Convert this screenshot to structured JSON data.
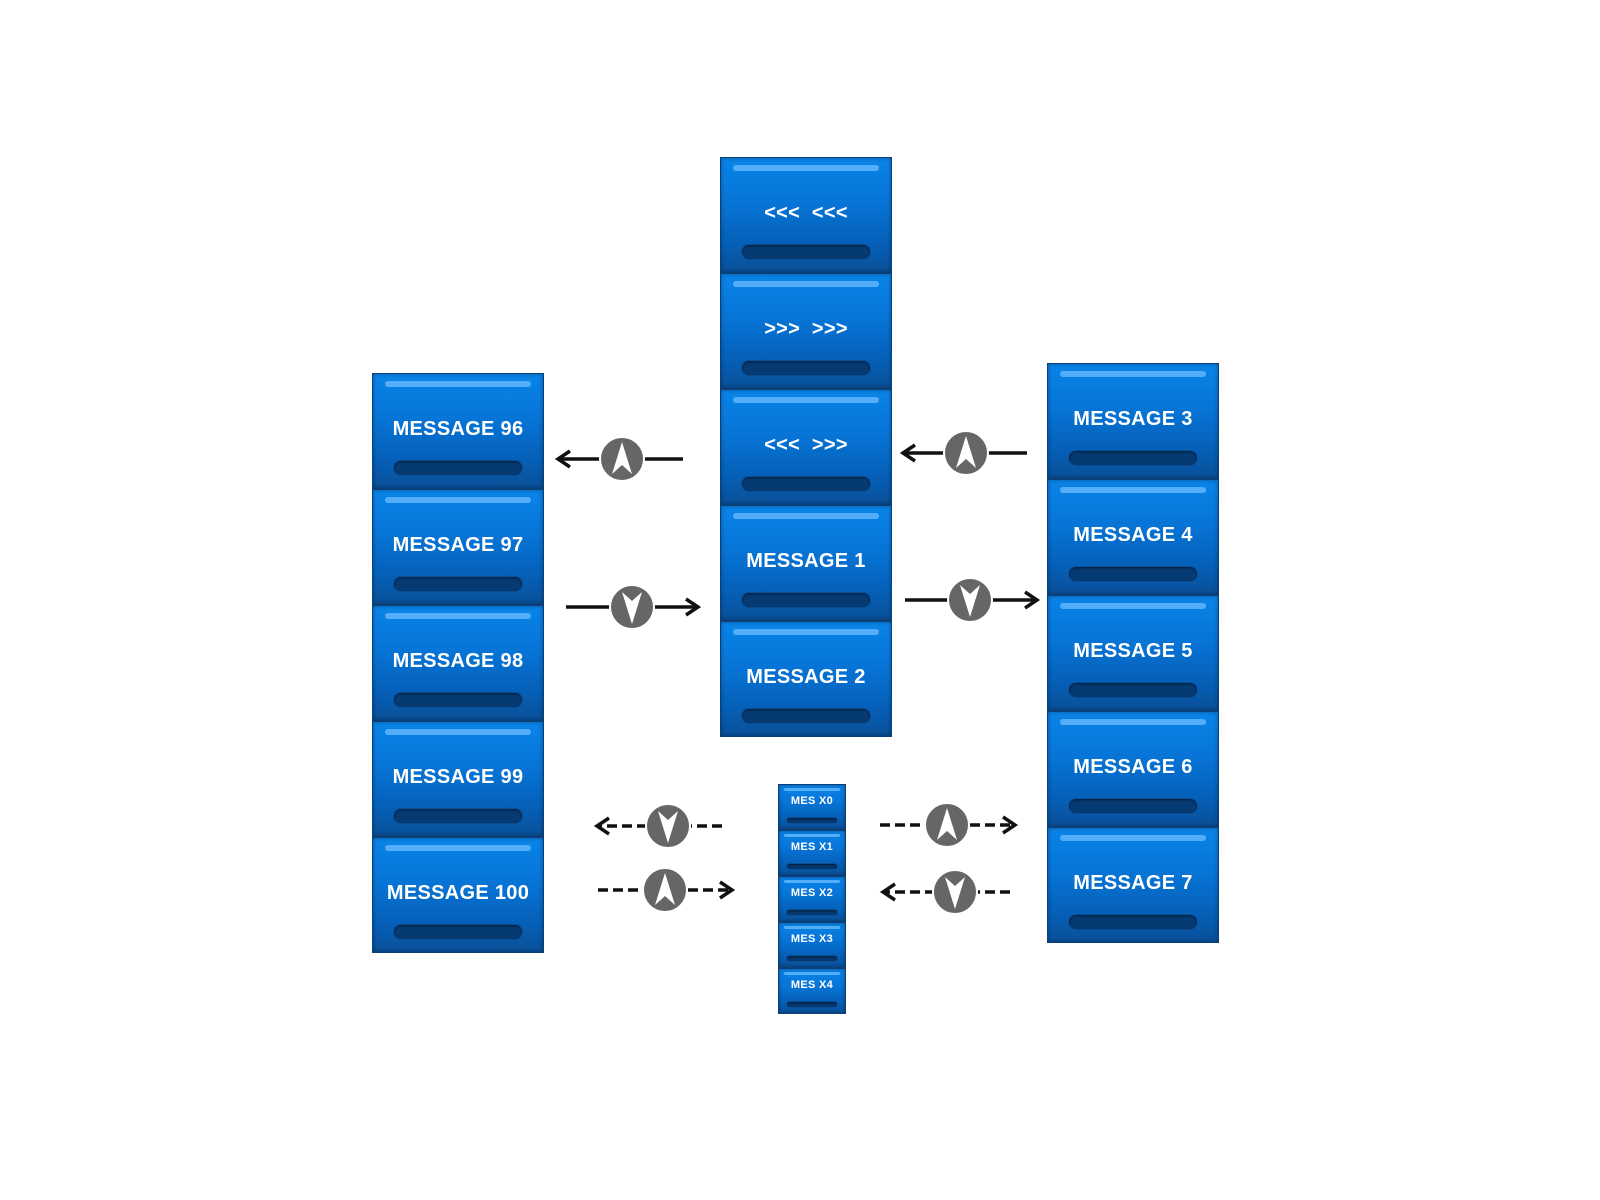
{
  "center_column": [
    "<<<  <<<",
    ">>>  >>>",
    "<<<  >>>",
    "MESSAGE 1",
    "MESSAGE 2"
  ],
  "left_column": [
    "MESSAGE 96",
    "MESSAGE 97",
    "MESSAGE 98",
    "MESSAGE 99",
    "MESSAGE 100"
  ],
  "right_column": [
    "MESSAGE 3",
    "MESSAGE 4",
    "MESSAGE 5",
    "MESSAGE 6",
    "MESSAGE 7"
  ],
  "small_column": [
    "MES X0",
    "MES X1",
    "MES X2",
    "MES X3",
    "MES X4"
  ],
  "connectors": [
    {
      "id": "left-up",
      "direction": "left",
      "style": "solid",
      "icon": "up"
    },
    {
      "id": "left-down",
      "direction": "right",
      "style": "solid",
      "icon": "down"
    },
    {
      "id": "right-up",
      "direction": "left",
      "style": "solid",
      "icon": "up"
    },
    {
      "id": "right-down",
      "direction": "right",
      "style": "solid",
      "icon": "down"
    },
    {
      "id": "bottom-left-down",
      "direction": "left",
      "style": "dashed",
      "icon": "down"
    },
    {
      "id": "bottom-left-up",
      "direction": "right",
      "style": "dashed",
      "icon": "up"
    },
    {
      "id": "bottom-right-up",
      "direction": "right",
      "style": "dashed",
      "icon": "up"
    },
    {
      "id": "bottom-right-down",
      "direction": "left",
      "style": "dashed",
      "icon": "down"
    }
  ],
  "colors": {
    "button": "#0774d6",
    "icon_circle": "#666666",
    "arrow": "#111111"
  }
}
